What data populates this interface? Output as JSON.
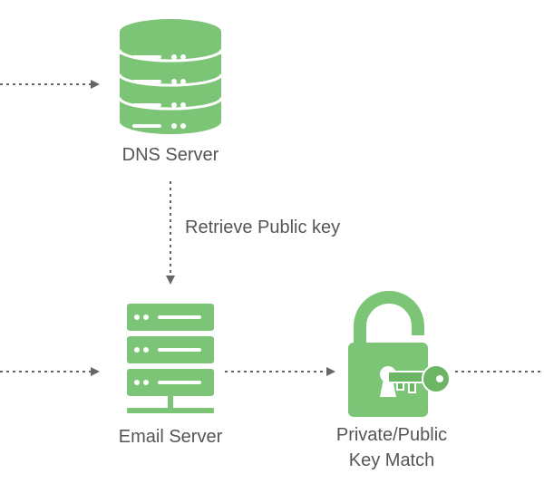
{
  "nodes": {
    "dns_server": {
      "label": "DNS Server",
      "icon": "database-icon"
    },
    "email_server": {
      "label": "Email Server",
      "icon": "server-rack-icon"
    },
    "key_match": {
      "label_line1": "Private/Public",
      "label_line2": "Key Match",
      "icon": "unlocked-padlock-with-key-icon"
    }
  },
  "edges": {
    "dns_to_email": {
      "label": "Retrieve Public key"
    }
  },
  "colors": {
    "icon_green": "#7cc576",
    "icon_green_dark": "#6bb565",
    "arrow_gray": "#666666",
    "text_gray": "#555555"
  }
}
